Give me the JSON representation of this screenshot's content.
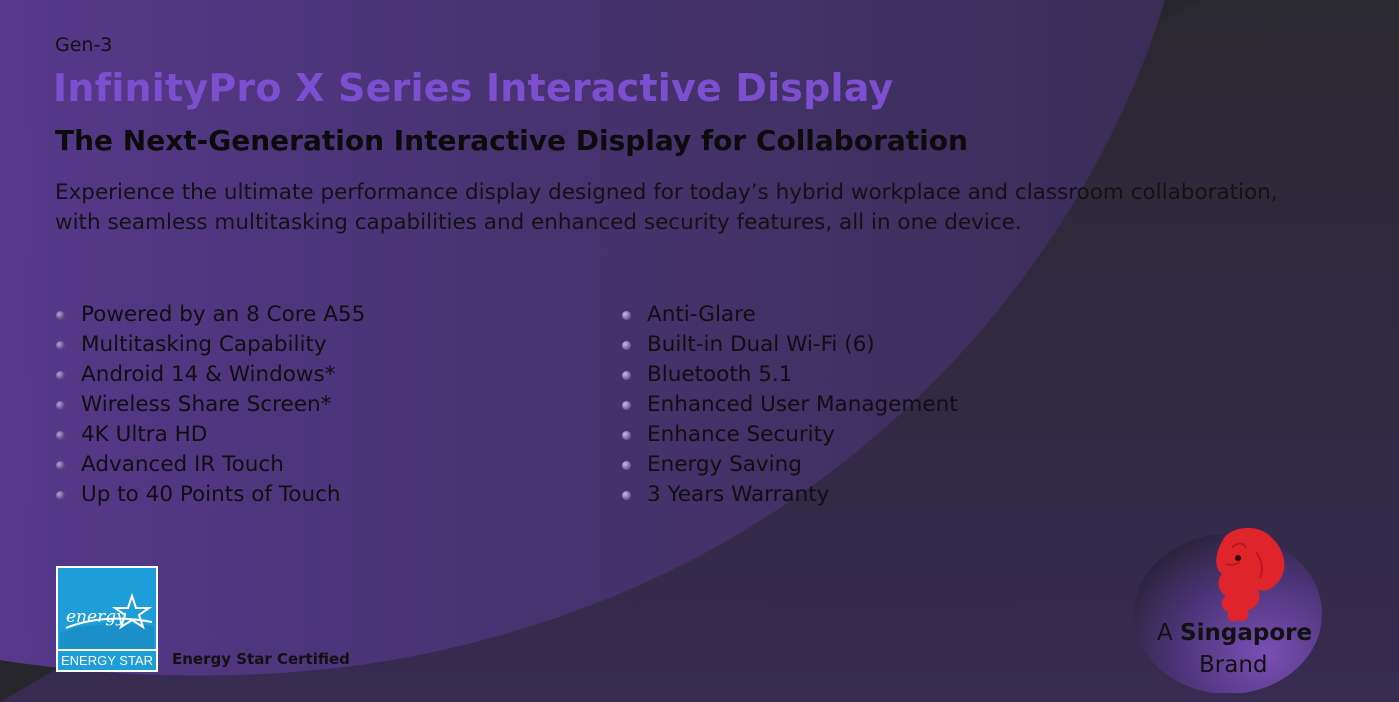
{
  "header": {
    "kicker": "Gen-3",
    "title": "InfinityPro X Series Interactive Display",
    "subtitle": "The Next-Generation Interactive Display for Collaboration",
    "description": "Experience the ultimate performance display designed for today’s hybrid workplace and classroom collaboration, with seamless multitasking capabilities and enhanced security features, all in one device."
  },
  "features_left": [
    "Powered by an 8 Core A55",
    "Multitasking Capability",
    "Android 14 & Windows*",
    "Wireless Share Screen*",
    "4K Ultra HD",
    "Advanced IR Touch",
    "Up to 40 Points of Touch"
  ],
  "features_right": [
    "Anti-Glare",
    "Built-in Dual Wi-Fi (6)",
    "Bluetooth 5.1",
    "Enhanced User Management",
    "Enhance Security",
    "Energy Saving",
    "3 Years Warranty"
  ],
  "energy_star": {
    "logo_script": "energy",
    "logo_label": "ENERGY STAR",
    "caption": "Energy Star Certified"
  },
  "singapore_badge": {
    "prefix": "A ",
    "emphasis": "Singapore",
    "suffix": "Brand"
  },
  "colors": {
    "title": "#7b4fcf",
    "panel_purple": "#553a86",
    "dark_band": "#2a2a2e",
    "energy_blue": "#1e9ed9",
    "merlion_red": "#e0242c"
  }
}
